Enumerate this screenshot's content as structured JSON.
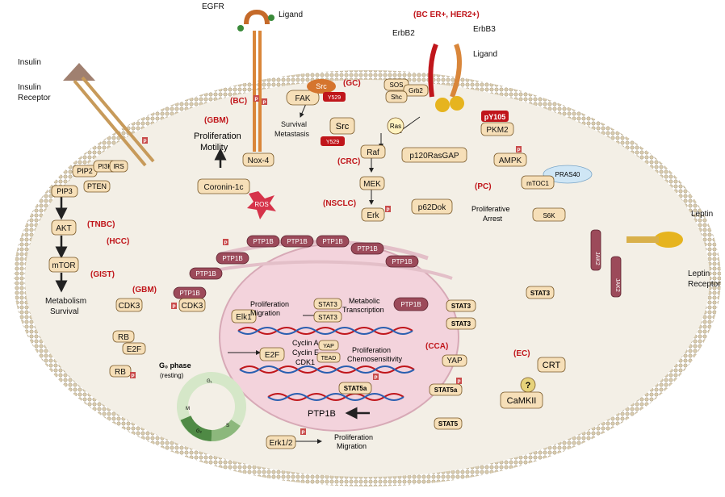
{
  "nodes": {
    "egfr": "EGFR",
    "ligand_top": "Ligand",
    "bc_er_her2": "(BC ER+, HER2+)",
    "erbb2": "ErbB2",
    "erbb3": "ErbB3",
    "ligand_right": "Ligand",
    "insulin": "Insulin",
    "insulin_receptor_1": "Insulin",
    "insulin_receptor_2": "Receptor",
    "leptin": "Leptin",
    "leptin_receptor_1": "Leptin",
    "leptin_receptor_2": "Receptor",
    "fak": "FAK",
    "src_top": "Src",
    "y529_top": "Y529",
    "gc": "(GC)",
    "bc": "(BC)",
    "survival_metastasis_1": "Survival",
    "survival_metastasis_2": "Metastasis",
    "sos": "SOS",
    "grb2": "Grb2",
    "shc": "Shc",
    "ras": "Ras",
    "raf": "Raf",
    "mek": "MEK",
    "erk": "Erk",
    "p120": "p120RasGAP",
    "p62dok": "p62Dok",
    "src_mid": "Src",
    "y529_mid": "Y529",
    "crc": "(CRC)",
    "nsclc": "(NSCLC)",
    "gbm_top": "(GBM)",
    "prolif_motility_1": "Proliferation",
    "prolif_motility_2": "Motility",
    "nox4": "Nox-4",
    "coronin": "Coronin-1c",
    "ros": "ROS",
    "pip2": "PIP2",
    "pi3k": "PI3K",
    "irs": "IRS",
    "pip3": "PIP3",
    "pten": "PTEN",
    "akt": "AKT",
    "mtor": "mTOR",
    "metab_surv_1": "Metabolism",
    "metab_surv_2": "Survival",
    "tnbc": "(TNBC)",
    "hcc": "(HCC)",
    "gist": "(GIST)",
    "gbm_mid": "(GBM)",
    "ptp1b": "PTP1B",
    "py105": "pY105",
    "pkm2": "PKM2",
    "ampk": "AMPK",
    "pras40": "PRAS40",
    "mtoc1": "mTOC1",
    "s6k": "S6K",
    "pc": "(PC)",
    "prolif_arrest_1": "Proliferative",
    "prolif_arrest_2": "Arrest",
    "jak2": "JAK2",
    "stat3": "STAT3",
    "elk1": "Elk1",
    "prolif_mig_1": "Proliferation",
    "prolif_mig_2": "Migration",
    "metabolic_transcription_1": "Metabolic",
    "metabolic_transcription_2": "Transcription",
    "cdk3": "CDK3",
    "rb": "RB",
    "e2f": "E2F",
    "cyclin_a": "Cyclin A",
    "cyclin_e": "Cyclin E",
    "cdk1": "CDK1",
    "g0_phase": "G₀ phase",
    "resting": "(resting)",
    "g1": "G₁",
    "s": "S",
    "g2": "G₂",
    "m": "M",
    "yap": "YAP",
    "tead": "TEAD",
    "prolif_chemo_1": "Proliferation",
    "prolif_chemo_2": "Chemosensitivity",
    "cca": "(CCA)",
    "ec": "(EC)",
    "crt": "CRT",
    "camkii": "CaMKII",
    "question": "?",
    "stat5": "STAT5",
    "stat5a": "STAT5a",
    "erk12": "Erk1/2",
    "prolif_mig_bottom_1": "Proliferation",
    "prolif_mig_bottom_2": "Migration",
    "p": "P"
  },
  "colors": {
    "membrane": "#c8b99a",
    "cytoplasm": "#f3efe6",
    "nucleus": "#f3d3dc",
    "node": "#f6dfb8",
    "ptp1b": "#9c4a5a",
    "disease": "#c0161b",
    "phospho": "#c94b4b"
  }
}
